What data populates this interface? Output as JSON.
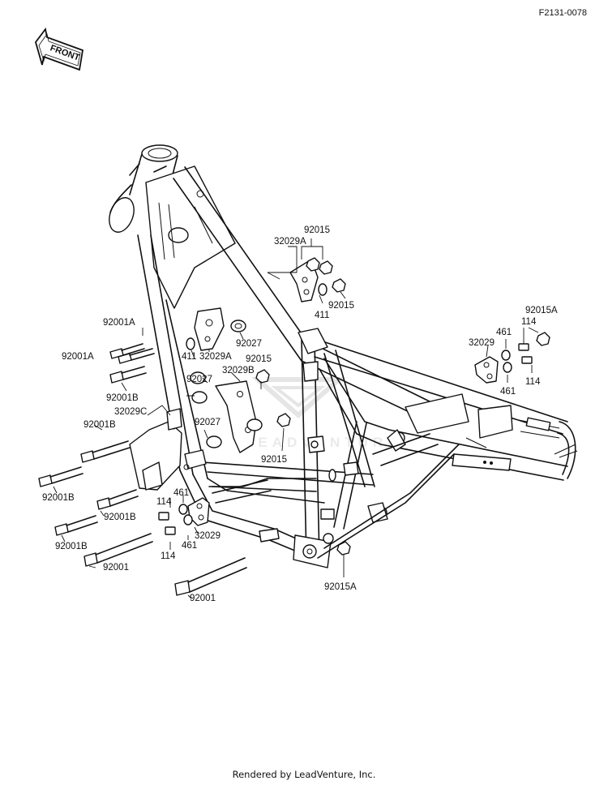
{
  "diagram_id": "F2131-0078",
  "front_arrow_label": "FRONT",
  "footer": "Rendered by LeadVenture, Inc.",
  "watermark": "LEADVENTURE",
  "callouts": {
    "c92015_top": "92015",
    "c32029A_top": "32029A",
    "c411_top": "411",
    "c92015_top2": "92015",
    "c92015A_right": "92015A",
    "c461_right": "461",
    "c114_right_a": "114",
    "c32029_right": "32029",
    "c114_right_b": "114",
    "c461_right_b": "461",
    "c92001A_a": "92001A",
    "c92001A_b": "92001A",
    "c411_mid": "411",
    "c32029A_mid": "32029A",
    "c92027_a": "92027",
    "c92015_mid": "92015",
    "c92027_b": "92027",
    "c32029B": "32029B",
    "c92001B_a": "92001B",
    "c32029C": "32029C",
    "c92001B_b": "92001B",
    "c92027_c": "92027",
    "c92015_mid2": "92015",
    "c92001B_c": "92001B",
    "c92001B_d": "92001B",
    "c114_left_a": "114",
    "c461_left_a": "461",
    "c92001B_e": "92001B",
    "c32029_left": "32029",
    "c114_left_b": "114",
    "c461_left_b": "461",
    "c92001_a": "92001",
    "c92001_b": "92001",
    "c92015A_bottom": "92015A"
  }
}
